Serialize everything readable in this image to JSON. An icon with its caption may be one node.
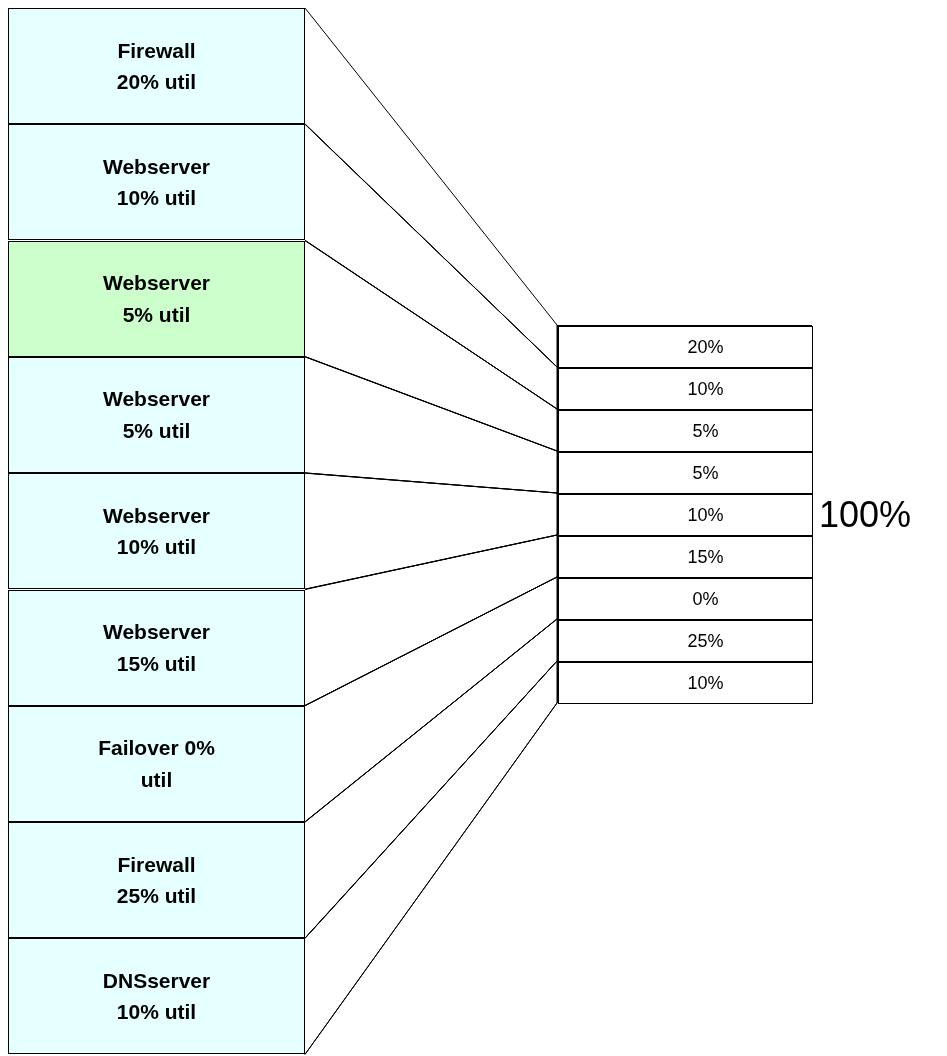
{
  "diagram": {
    "nodes": [
      {
        "text": [
          "Firewall 20% util"
        ]
      },
      {
        "text": [
          "Webserver 10% util"
        ]
      },
      {
        "text": [
          "Webserver 5% util"
        ]
      },
      {
        "text": [
          "Webserver 5% util"
        ]
      },
      {
        "text": [
          "Webserver 10% util"
        ]
      },
      {
        "text": [
          "Webserver 15% util"
        ]
      },
      {
        "text": [
          "Failover 0% util"
        ]
      },
      {
        "text": [
          "Firewall 25% util"
        ]
      },
      {
        "text": [
          "DNSserver 10% util"
        ]
      },
      {
        "text": [],
        "shape": "box",
        "beside": [
          "100%"
        ]
      },
      {
        "text": [
          "20%"
        ],
        "in": 9
      },
      {
        "text": [
          "10%"
        ],
        "in": 9
      },
      {
        "text": [
          "5%"
        ],
        "in": 9
      },
      {
        "text": [
          "5%"
        ],
        "in": 9
      },
      {
        "text": [
          "10%"
        ],
        "in": 9
      },
      {
        "text": [
          "15%"
        ],
        "in": 9
      },
      {
        "text": [
          "0%"
        ],
        "in": 9
      },
      {
        "text": [
          "25%"
        ],
        "in": 9
      },
      {
        "text": [
          "10%"
        ],
        "in": 9
      }
    ],
    "edges": [
      {
        "from": 0,
        "to": 10,
        "arrow": "none"
      },
      {
        "from": 1,
        "to": 11,
        "arrow": "none"
      },
      {
        "from": 2,
        "to": 12,
        "arrow": "none"
      },
      {
        "from": 3,
        "to": 13,
        "arrow": "none"
      },
      {
        "from": 4,
        "to": 14,
        "arrow": "none"
      },
      {
        "from": 5,
        "to": 15,
        "arrow": "none"
      },
      {
        "from": 6,
        "to": 16,
        "arrow": "none"
      },
      {
        "from": 7,
        "to": 17,
        "arrow": "none"
      },
      {
        "from": 8,
        "to": 18,
        "arrow": "none"
      }
    ]
  }
}
